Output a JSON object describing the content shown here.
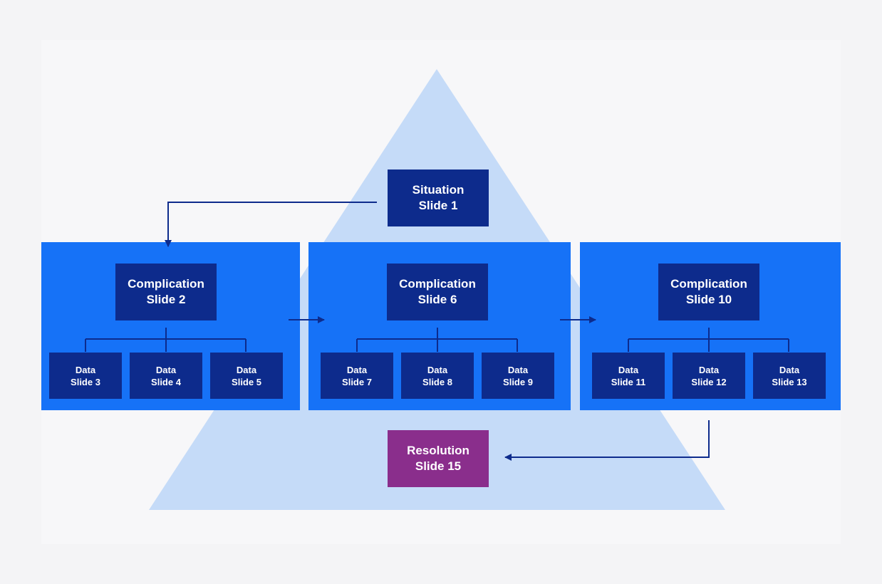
{
  "colors": {
    "background": "#f4f4f6",
    "card": "#f7f7f9",
    "pyramid": "#c5dbf8",
    "panel": "#1672f7",
    "node": "#0d2b8c",
    "resolution": "#8a2e8c",
    "connector": "#0d2b8c"
  },
  "situation": {
    "title": "Situation",
    "slide": "Slide 1"
  },
  "groups": [
    {
      "complication": {
        "title": "Complication",
        "slide": "Slide 2"
      },
      "data": [
        {
          "title": "Data",
          "slide": "Slide 3"
        },
        {
          "title": "Data",
          "slide": "Slide 4"
        },
        {
          "title": "Data",
          "slide": "Slide 5"
        }
      ]
    },
    {
      "complication": {
        "title": "Complication",
        "slide": "Slide 6"
      },
      "data": [
        {
          "title": "Data",
          "slide": "Slide 7"
        },
        {
          "title": "Data",
          "slide": "Slide 8"
        },
        {
          "title": "Data",
          "slide": "Slide 9"
        }
      ]
    },
    {
      "complication": {
        "title": "Complication",
        "slide": "Slide 10"
      },
      "data": [
        {
          "title": "Data",
          "slide": "Slide 11"
        },
        {
          "title": "Data",
          "slide": "Slide 12"
        },
        {
          "title": "Data",
          "slide": "Slide 13"
        }
      ]
    }
  ],
  "resolution": {
    "title": "Resolution",
    "slide": "Slide 15"
  }
}
